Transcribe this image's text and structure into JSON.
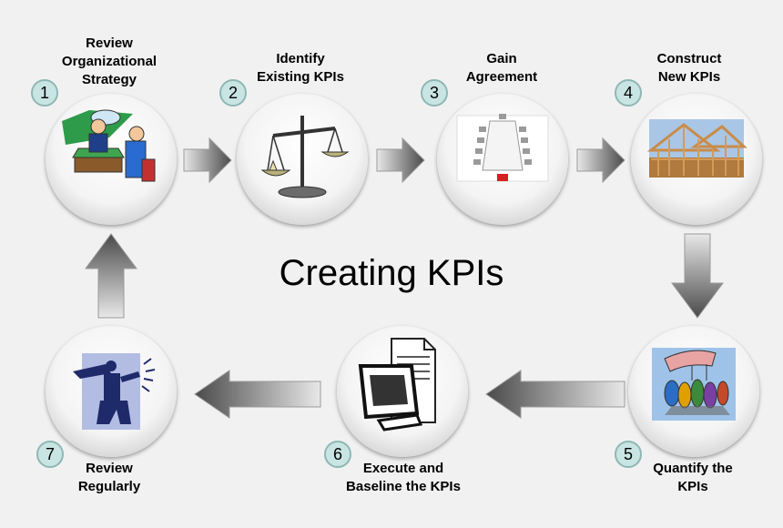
{
  "title": "Creating KPIs",
  "steps": [
    {
      "number": "1",
      "label_line1": "Review",
      "label_line2": "Organizational",
      "label_line3": "Strategy",
      "icon": "meeting-icon"
    },
    {
      "number": "2",
      "label_line1": "Identify",
      "label_line2": "Existing KPIs",
      "icon": "scale-icon"
    },
    {
      "number": "3",
      "label_line1": "Gain",
      "label_line2": "Agreement",
      "icon": "conference-table-icon"
    },
    {
      "number": "4",
      "label_line1": "Construct",
      "label_line2": "New KPIs",
      "icon": "house-frame-icon"
    },
    {
      "number": "5",
      "label_line1": "Quantify the",
      "label_line2": "KPIs",
      "icon": "hand-figures-icon"
    },
    {
      "number": "6",
      "label_line1": "Execute and",
      "label_line2": "Baseline the KPIs",
      "icon": "computer-icon"
    },
    {
      "number": "7",
      "label_line1": "Review",
      "label_line2": "Regularly",
      "icon": "review-figure-icon"
    }
  ],
  "colors": {
    "badge_fill": "#c9e5e3",
    "badge_border": "#8fb7b4",
    "arrow_dark": "#555555",
    "arrow_light": "#e6e6e6",
    "background": "#f1f1f1"
  }
}
